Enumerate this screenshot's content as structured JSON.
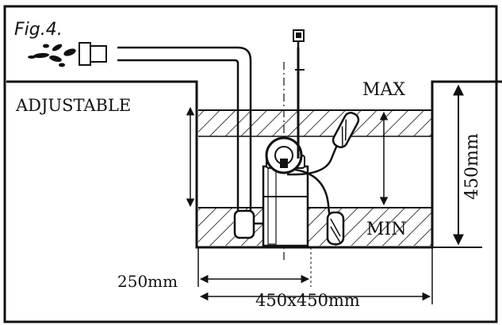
{
  "figure": {
    "label": "Fig.4."
  },
  "labels": {
    "adjustable": "ADJUSTABLE",
    "max": "MAX",
    "min": "MIN",
    "depth": "450mm",
    "float_offset": "250mm",
    "pit_size": "450x450mm"
  },
  "colors": {
    "ink": "#111111",
    "background": "#ffffff"
  }
}
